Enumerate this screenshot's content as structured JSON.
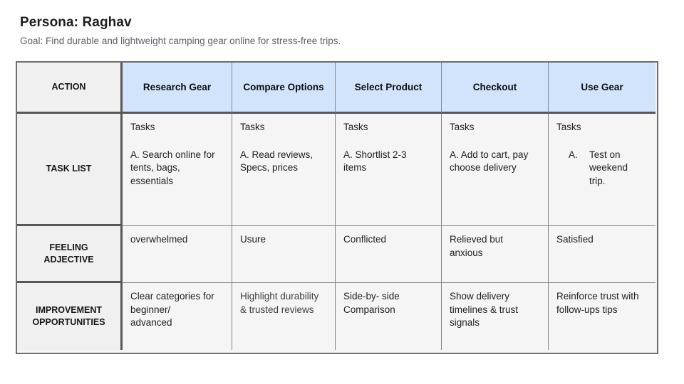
{
  "page": {
    "title": "Persona: Raghav",
    "goal": "Goal: Find durable and lightweight camping gear online for stress-free trips."
  },
  "colors": {
    "column_header_fill": "#d2e3fc",
    "label_cell_fill": "#f0f0f0",
    "body_cell_fill": "#f5f5f5",
    "thick_border": "#575757",
    "thin_border": "#828282",
    "muted_text": "#3c4043",
    "subtitle_text": "#5f6368"
  },
  "table": {
    "corner": "ACTION",
    "columns": [
      "Research Gear",
      "Compare Options",
      "Select Product",
      "Checkout",
      "Use Gear"
    ],
    "row_labels": [
      "TASK LIST",
      "FEELING ADJECTIVE",
      "IMPROVEMENT OPPORTUNITIES"
    ],
    "tasks": {
      "heading": "Tasks",
      "cells": [
        "A. Search online for\ntents, bags,\nessentials",
        "A. Read reviews,\nSpecs, prices",
        "A. Shortlist 2-3\nitems",
        "A. Add to cart, pay\nchoose delivery"
      ],
      "use_gear_item": {
        "marker": "A.",
        "text": "Test on\nweekend\ntrip."
      }
    },
    "feelings": [
      "overwhelmed",
      "Usure",
      "Conflicted",
      "Relieved but\nanxious",
      "Satisfied"
    ],
    "improvements": [
      "Clear categories for\nbeginner/\nadvanced",
      "Highlight durability\n& trusted reviews",
      "Side-by- side\nComparison",
      "Show delivery\ntimelines & trust\nsignals",
      "Reinforce trust with\nfollow-ups tips"
    ]
  }
}
